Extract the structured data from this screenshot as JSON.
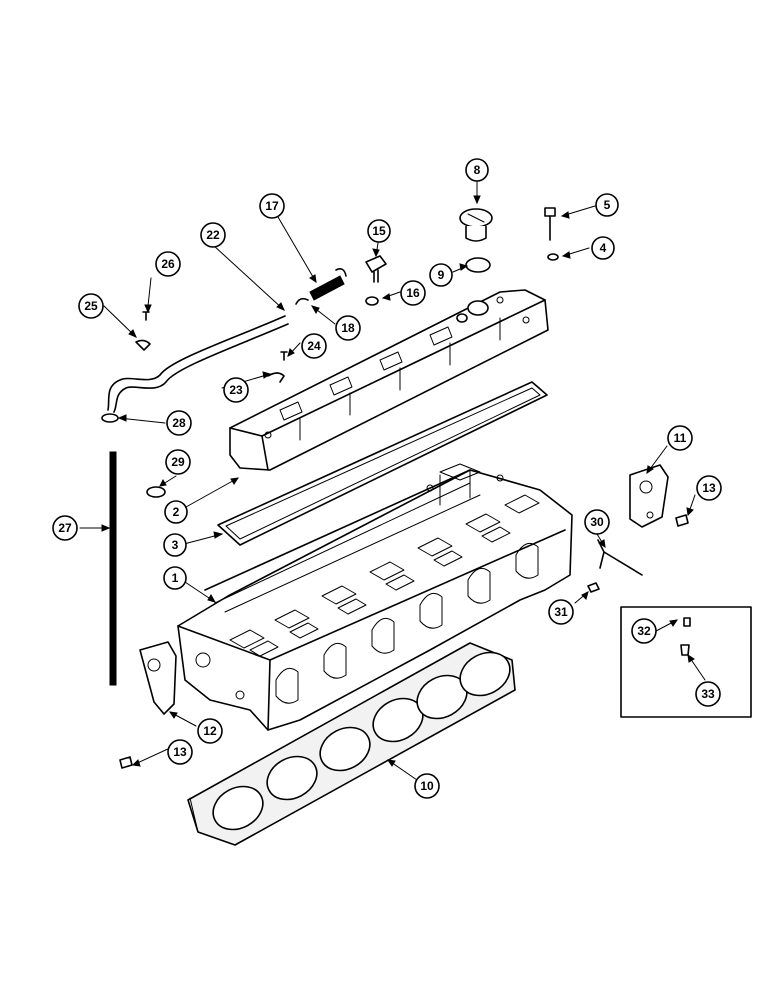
{
  "diagram": {
    "callouts": [
      {
        "id": "c1",
        "label": "1"
      },
      {
        "id": "c2",
        "label": "2"
      },
      {
        "id": "c3",
        "label": "3"
      },
      {
        "id": "c4",
        "label": "4"
      },
      {
        "id": "c5",
        "label": "5"
      },
      {
        "id": "c8",
        "label": "8"
      },
      {
        "id": "c9",
        "label": "9"
      },
      {
        "id": "c10",
        "label": "10"
      },
      {
        "id": "c11",
        "label": "11"
      },
      {
        "id": "c12",
        "label": "12"
      },
      {
        "id": "c13a",
        "label": "13"
      },
      {
        "id": "c13b",
        "label": "13"
      },
      {
        "id": "c15",
        "label": "15"
      },
      {
        "id": "c16",
        "label": "16"
      },
      {
        "id": "c17",
        "label": "17"
      },
      {
        "id": "c18",
        "label": "18"
      },
      {
        "id": "c22",
        "label": "22"
      },
      {
        "id": "c23",
        "label": "23"
      },
      {
        "id": "c24",
        "label": "24"
      },
      {
        "id": "c25",
        "label": "25"
      },
      {
        "id": "c26",
        "label": "26"
      },
      {
        "id": "c27",
        "label": "27"
      },
      {
        "id": "c28",
        "label": "28"
      },
      {
        "id": "c29",
        "label": "29"
      },
      {
        "id": "c30",
        "label": "30"
      },
      {
        "id": "c31",
        "label": "31"
      },
      {
        "id": "c32",
        "label": "32"
      },
      {
        "id": "c33",
        "label": "33"
      }
    ],
    "colors": {
      "line": "#000000",
      "background": "#ffffff"
    }
  }
}
